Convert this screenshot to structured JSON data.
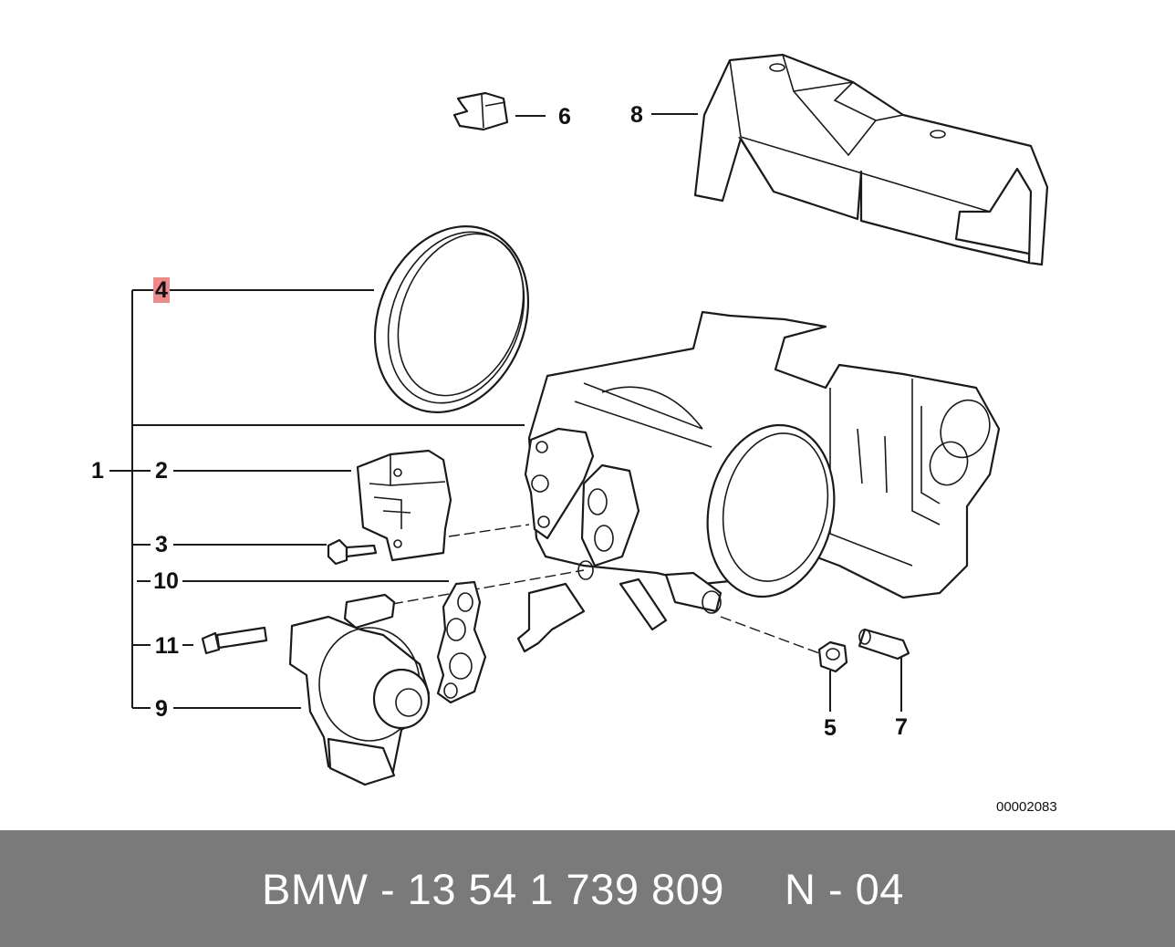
{
  "diagram": {
    "callouts": [
      {
        "id": "1",
        "label": "1"
      },
      {
        "id": "2",
        "label": "2"
      },
      {
        "id": "3",
        "label": "3"
      },
      {
        "id": "4",
        "label": "4",
        "highlighted": true
      },
      {
        "id": "5",
        "label": "5"
      },
      {
        "id": "6",
        "label": "6"
      },
      {
        "id": "7",
        "label": "7"
      },
      {
        "id": "8",
        "label": "8"
      },
      {
        "id": "9",
        "label": "9"
      },
      {
        "id": "10",
        "label": "10"
      },
      {
        "id": "11",
        "label": "11"
      }
    ],
    "drawing_number": "00002083",
    "highlight_color": "#f08a8a"
  },
  "footer": {
    "part_number": "BMW - 13 54 1 739 809",
    "position": "N - 04",
    "background_color": "#7a7a7a",
    "text_color": "#ffffff"
  }
}
